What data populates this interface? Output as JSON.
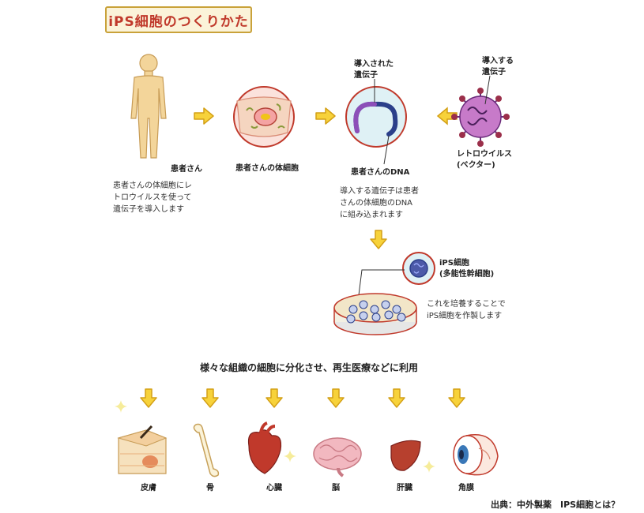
{
  "title": "iPS細胞のつくりかた",
  "labels": {
    "patient": "患者さん",
    "body_cell": "患者さんの体細胞",
    "patient_dna": "患者さんのDNA",
    "retrovirus": "レトロウイルス",
    "vector": "(ベクター)",
    "introduced_gene_1": "導入された",
    "introduced_gene_2": "遺伝子",
    "gene_to_introduce_1": "導入する",
    "gene_to_introduce_2": "遺伝子",
    "ips_cell": "iPS細胞",
    "pluripotent": "(多能性幹細胞)"
  },
  "descriptions": {
    "step1": [
      "患者さんの体細胞にレ",
      "トロウイルスを使って",
      "遺伝子を導入します"
    ],
    "step2": [
      "導入する遺伝子は患者",
      "さんの体細胞のDNA",
      "に組み込まれます"
    ],
    "step3": [
      "これを培養することで",
      "iPS細胞を作製します"
    ]
  },
  "differentiation": "様々な組織の細胞に分化させ、再生医療などに利用",
  "tissues": [
    "皮膚",
    "骨",
    "心臓",
    "脳",
    "肝臓",
    "角膜"
  ],
  "source": "出典：中外製薬　IPS細胞とは？",
  "colors": {
    "arrow": "#f0c419",
    "accent": "#c0392b",
    "skin": "#f3d59a"
  }
}
